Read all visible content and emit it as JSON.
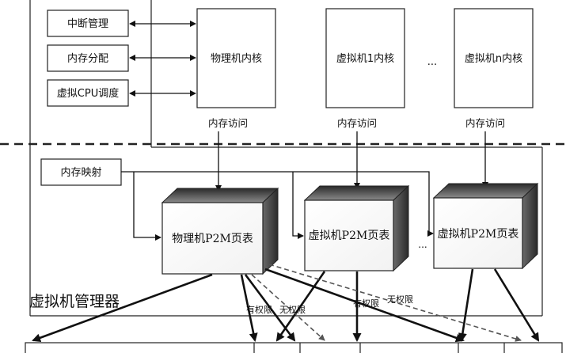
{
  "side_boxes": {
    "interrupt": "中断管理",
    "memory_alloc": "内存分配",
    "vcpu_sched": "虚拟CPU调度"
  },
  "kernels": {
    "physical": "物理机内核",
    "vm1": "虚拟机1内核",
    "ellipsis": "...",
    "vmn": "虚拟机n内核"
  },
  "memory_access": "内存访问",
  "memory_mapping": "内存映射",
  "p2m_tables": {
    "physical": "物理机P2M页表",
    "vm1": "虚拟机P2M页表",
    "ellipsis": "...",
    "vmn": "虚拟机P2M页表"
  },
  "hypervisor_label": "虚拟机管理器",
  "permission": {
    "allowed": "有权限",
    "denied": "无权限"
  }
}
